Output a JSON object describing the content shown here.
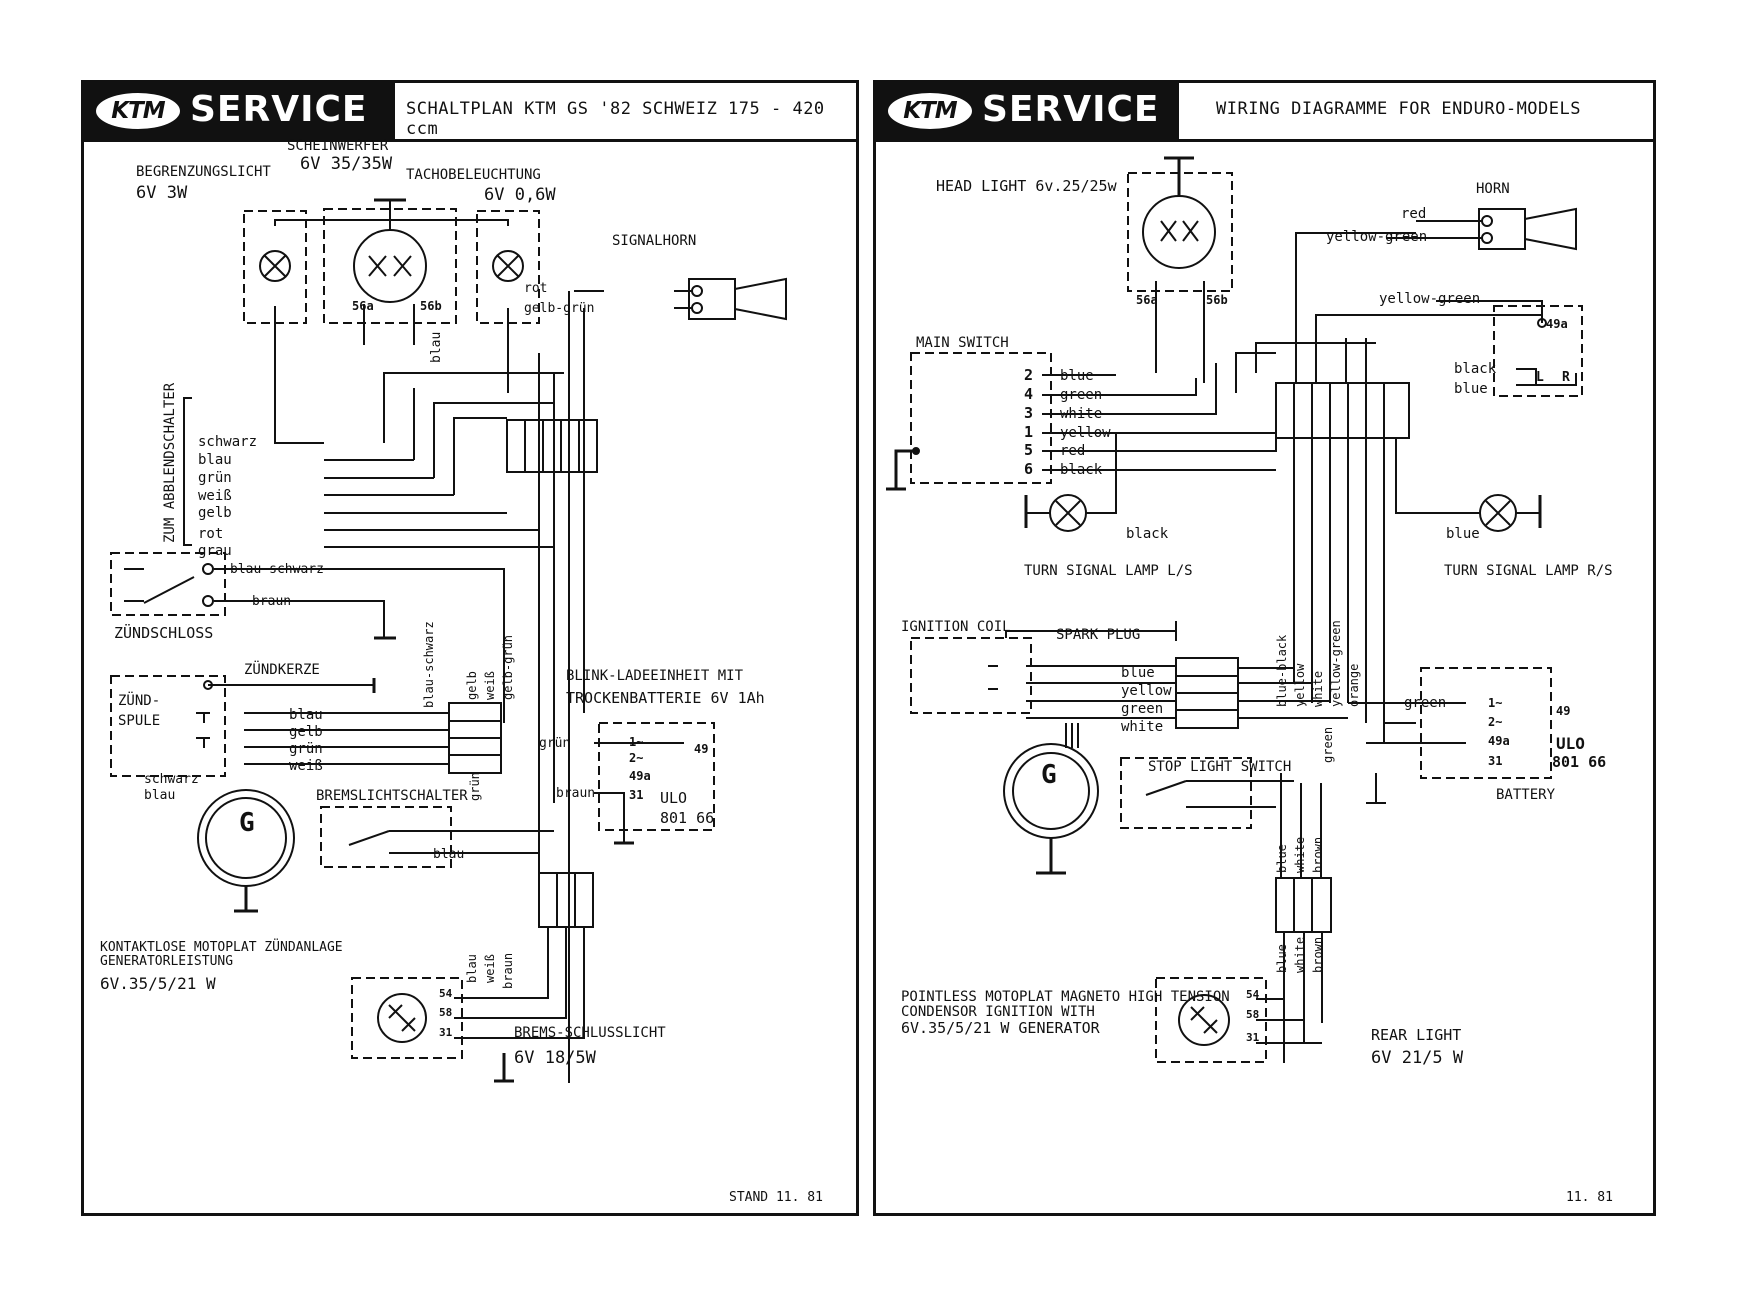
{
  "left_page": {
    "brand": "KTM",
    "service": "SERVICE",
    "title": "SCHALTPLAN KTM GS '82  SCHWEIZ 175 - 420 ccm",
    "labels": {
      "scheinwerfer": "SCHEINWERFER",
      "scheinwerfer_rating": "6V 35/35W",
      "begrenzungslicht": "BEGRENZUNGSLICHT",
      "begrenzungslicht_rating": "6V 3W",
      "tacho": "TACHOBELEUCHTUNG",
      "tacho_rating": "6V 0,6W",
      "signalhorn": "SIGNALHORN",
      "abblendschalter": "ZUM ABBLENDSCHALTER",
      "zuendschloss": "ZÜNDSCHLOSS",
      "zuendkerze": "ZÜNDKERZE",
      "zuendspule_1": "ZÜND-",
      "zuendspule_2": "SPULE",
      "blink_1": "BLINK-LADEEINHEIT MIT",
      "blink_2": "TROCKENBATTERIE 6V 1Ah",
      "ulo_1": "ULO",
      "ulo_2": "801 66",
      "bremslichtschalter": "BREMSLICHTSCHALTER",
      "motoplat_1": "KONTAKTLOSE MOTOPLAT ZÜNDANLAGE",
      "motoplat_2": "GENERATORLEISTUNG",
      "motoplat_3": "6V.35/5/21 W",
      "bremsschluss": "BREMS-SCHLUSSLICHT",
      "bremsschluss_rating": "6V 18/5W",
      "stand": "STAND 11. 81",
      "t56a": "56a",
      "t56b": "56b",
      "t54": "54",
      "t58": "58",
      "t31": "31",
      "ulo_t1": "1~",
      "ulo_t2": "2~",
      "ulo_t49a": "49a",
      "ulo_t31": "31",
      "ulo_t49": "49",
      "g": "G"
    },
    "wires": {
      "rot": "rot",
      "gelb_gruen": "gelb-grün",
      "blau": "blau",
      "schwarz": "schwarz",
      "gruen": "grün",
      "weiss": "weiß",
      "gelb": "gelb",
      "grau": "grau",
      "blau_schwarz": "blau-schwarz",
      "braun": "braun"
    }
  },
  "right_page": {
    "brand": "KTM",
    "service": "SERVICE",
    "title": "WIRING DIAGRAMME FOR ENDURO-MODELS",
    "labels": {
      "head_light": "HEAD LIGHT  6v.25/25w",
      "horn": "HORN",
      "main_switch": "MAIN SWITCH",
      "turn_ls": "TURN SIGNAL LAMP L/S",
      "turn_rs": "TURN SIGNAL LAMP R/S",
      "ignition_coil": "IGNITION COIL",
      "spark_plug": "SPARK PLUG",
      "stop_light_switch": "STOP LIGHT SWITCH",
      "battery": "BATTERY",
      "ulo_1": "ULO",
      "ulo_2": "801 66",
      "motoplat_1": "POINTLESS MOTOPLAT MAGNETO HIGH TENSION",
      "motoplat_2": "CONDENSOR IGNITION WITH",
      "motoplat_3": "6V.35/5/21 W  GENERATOR",
      "rear_light": "REAR LIGHT",
      "rear_light_rating": "6V 21/5 W",
      "date": "11. 81",
      "t56a": "56a",
      "t56b": "56b",
      "t49a": "49a",
      "t_l": "L",
      "t_r": "R",
      "t54": "54",
      "t58": "58",
      "t31": "31",
      "ulo_t1": "1~",
      "ulo_t2": "2~",
      "ulo_t49a": "49a",
      "ulo_t31": "31",
      "ulo_t49": "49",
      "g": "G"
    },
    "switch_rows": [
      "2",
      "4",
      "3",
      "1",
      "5",
      "6"
    ],
    "wires": {
      "red": "red",
      "yellow_green": "yellow-green",
      "black": "black",
      "blue": "blue",
      "green": "green",
      "white": "white",
      "yellow": "yellow",
      "blue_black": "blue-black",
      "orange": "orange",
      "brown": "brown"
    }
  }
}
